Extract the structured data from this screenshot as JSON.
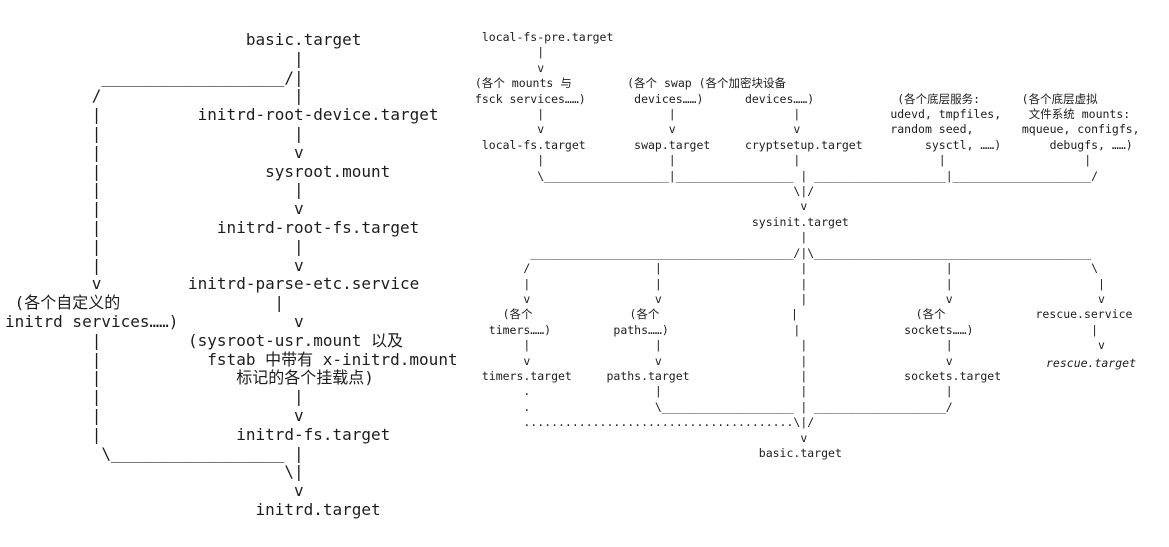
{
  "page": {
    "background_color": "#ffffff",
    "text_color": "#1d1d1d"
  },
  "left_diagram": {
    "description": "initrd boot flow ascii diagram",
    "lines": [
      "                         basic.target",
      "                              |",
      "          ___________________/|",
      "         /                    |",
      "         |          initrd-root-device.target",
      "         |                    |",
      "         |                    v",
      "         |                 sysroot.mount",
      "         |                    |",
      "         |                    v",
      "         |            initrd-root-fs.target",
      "         |                    |",
      "         |                    v",
      "         v         initrd-parse-etc.service",
      " (各个自定义的                |",
      "initrd services……)            v",
      "         |         (sysroot-usr.mount 以及",
      "         |           fstab 中带有 x-initrd.mount",
      "         |              标记的各个挂载点)",
      "         |                    |",
      "         |                    v",
      "         |              initrd-fs.target",
      "          \\__________________ |",
      "                             \\|",
      "                              v",
      "                          initrd.target"
    ]
  },
  "right_diagram": {
    "description": "sysinit and basic.target boot flow ascii diagram",
    "lines": [
      "  local-fs-pre.target",
      "          |",
      "          v",
      " (各个 mounts 与        (各个 swap (各个加密块设备",
      " fsck services……)       devices……)      devices……)            (各个底层服务:      (各个底层虚拟",
      "          |                  |                 |             udevd, tmpfiles,    文件系统 mounts:",
      "          v                  v                 v             random seed,       mqueue, configfs,",
      "  local-fs.target       swap.target     cryptsetup.target         sysctl, ……)       debugfs, ……)",
      "          |                  |                 |                    |                    |",
      "          \\__________________|_________________ | ___________________|____________________/",
      "                                               \\|/",
      "                                                v",
      "                                         sysinit.target",
      "                                                |",
      "         ______________________________________/|\\________________________________________",
      "        /                  |                    |                    |                    \\",
      "        |                  |                    |                    |                     |",
      "        v                  v                    |                    v                     v",
      "     (各个              (各个                   |                 (各个             rescue.service",
      "   timers……)         paths……)                  |               sockets……)                 |",
      "        |                  |                    |                    |                     v",
      "        v                  v                    |                    v",
      "  timers.target     paths.target                |              sockets.target",
      "        .                  |                    |                    |",
      "        .                  \\___________________ | ___________________/",
      "        .......................................\\|/",
      "                                                v",
      "                                          basic.target"
    ],
    "rescue_target_italic": "rescue.target"
  }
}
